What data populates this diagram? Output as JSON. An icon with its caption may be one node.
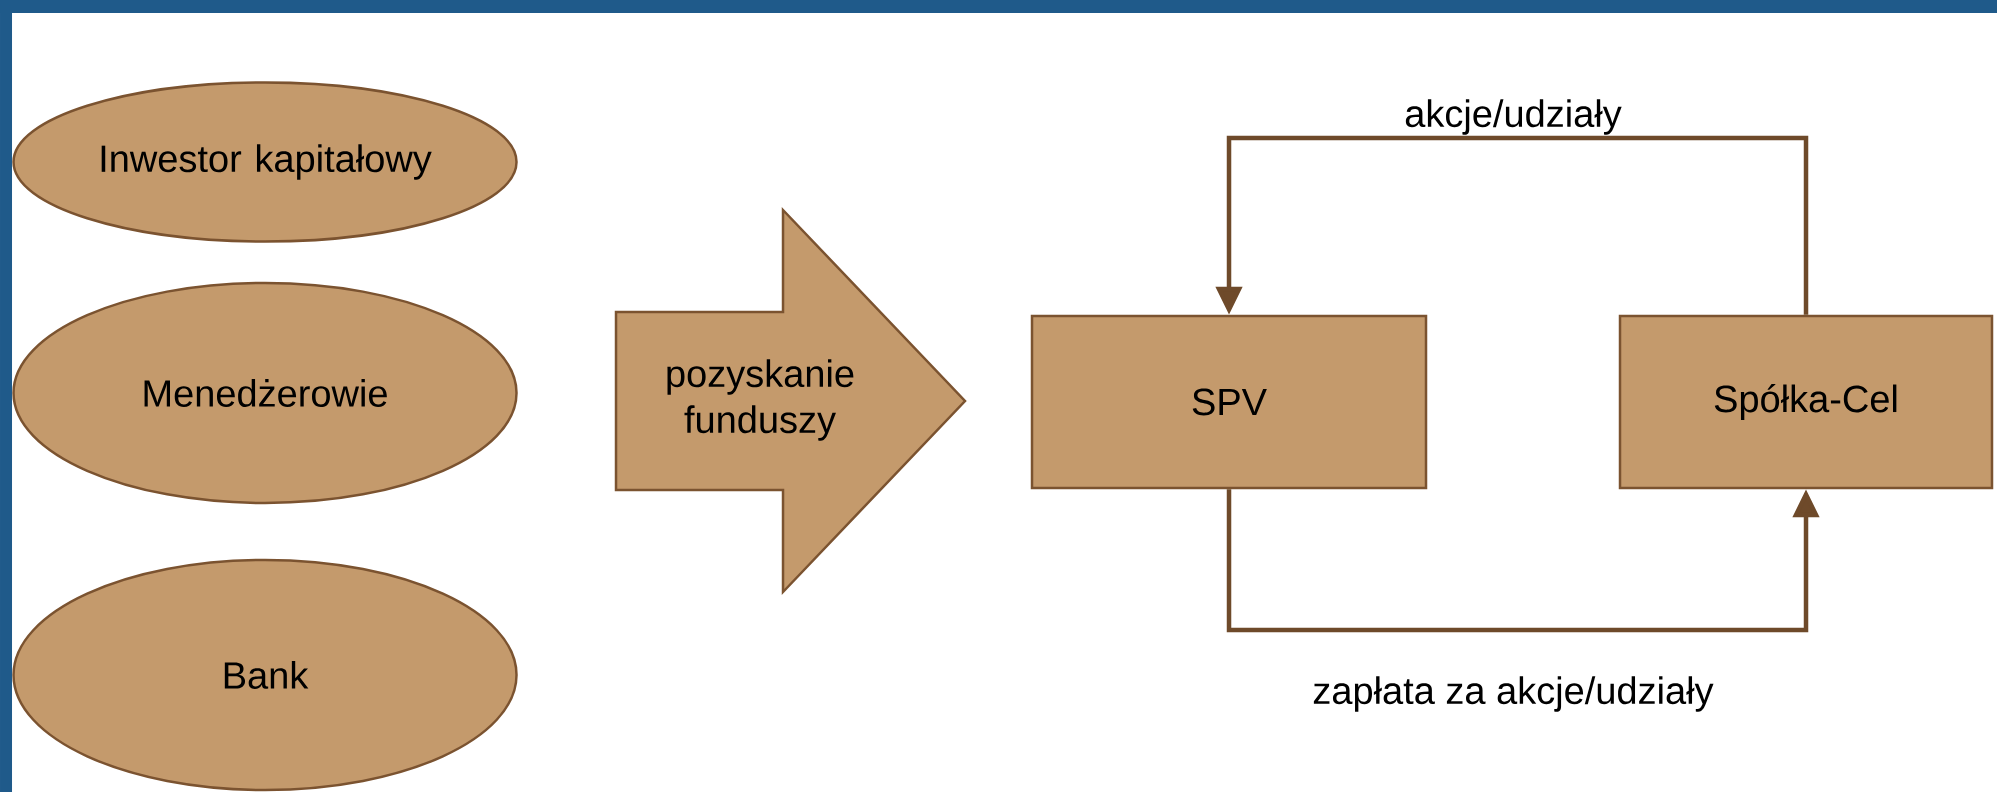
{
  "diagram": {
    "nodes": [
      {
        "text": [
          "Inwestor kapitałowy"
        ]
      },
      {
        "text": [
          "Menedżerowie"
        ]
      },
      {
        "text": [
          "Bank"
        ]
      },
      {
        "text": [
          "pozyskanie funduszy"
        ]
      },
      {
        "text": [
          "SPV"
        ]
      },
      {
        "text": [
          "Spółka-Cel"
        ]
      }
    ],
    "edges": [
      {
        "from": 5,
        "to": 4,
        "arrow": "to",
        "label": "akcje/udziały"
      },
      {
        "from": 4,
        "to": 5,
        "arrow": "to",
        "label": "zapłata za akcje/udziały"
      }
    ]
  }
}
